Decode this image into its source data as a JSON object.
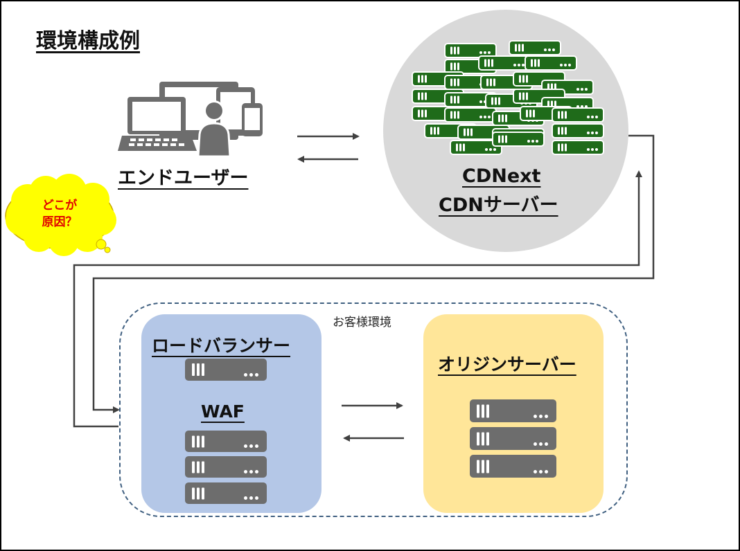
{
  "title": "環境構成例",
  "end_user": {
    "label": "エンドユーザー"
  },
  "cdn": {
    "line1": "CDNext",
    "line2": "CDNサーバー"
  },
  "thought_bubble": {
    "line1": "どこが",
    "line2": "原因？"
  },
  "customer_environment": {
    "label": "お客様環境"
  },
  "load_balancer": {
    "label": "ロードバランサー"
  },
  "waf": {
    "label": "WAF"
  },
  "origin_server": {
    "label": "オリジンサーバー"
  },
  "colors": {
    "cdn_server": "#1f6b1a",
    "server_gray": "#6d6d6d",
    "lb_panel": "#b4c7e7",
    "origin_panel": "#ffe699",
    "cdn_circle": "#d9d9d9",
    "bubble_fill": "#ffff00",
    "bubble_text": "#e00000",
    "env_border": "#3f5f80"
  }
}
